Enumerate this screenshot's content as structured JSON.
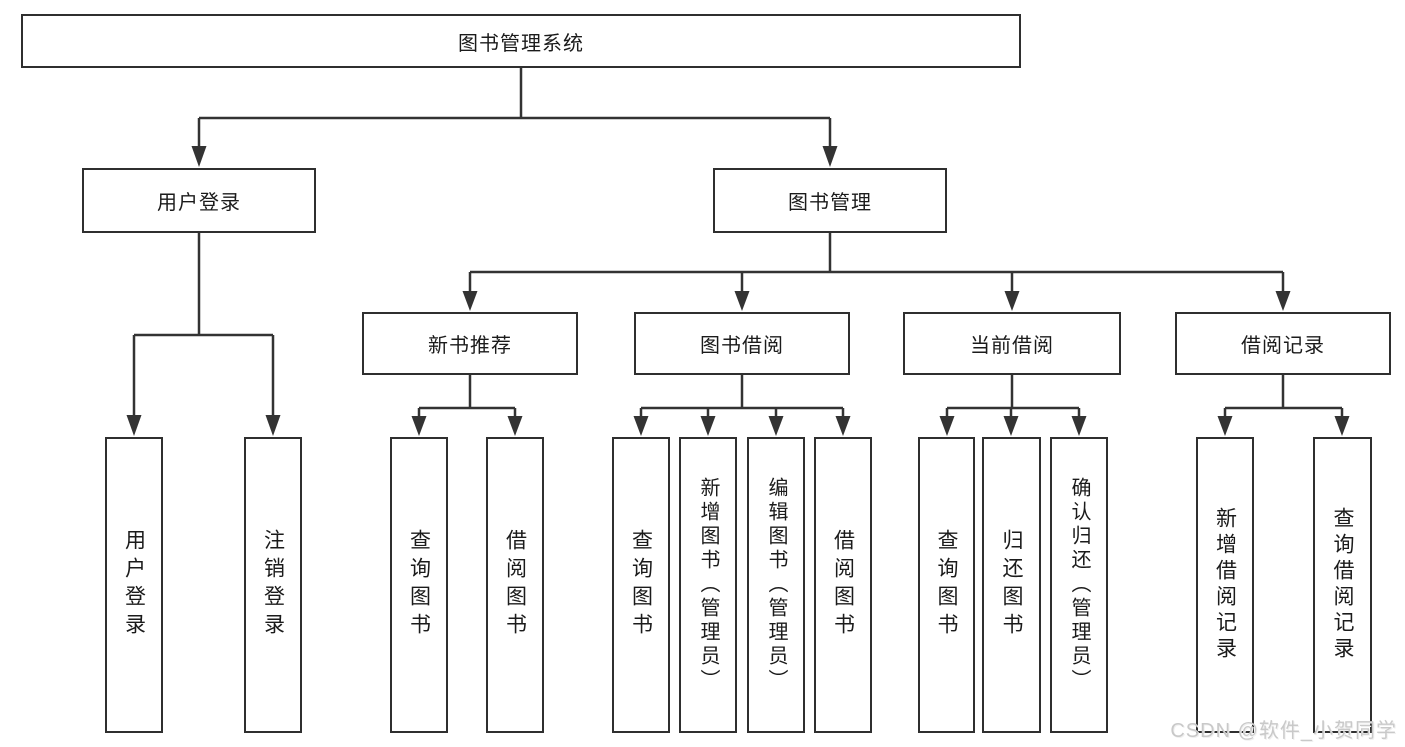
{
  "colors": {
    "background": "#ffffff",
    "line": "#333333",
    "box_border": "#2f2f2f",
    "box_fill": "#ffffff",
    "text": "#1b1b1b",
    "watermark": "#c9c9c9"
  },
  "diagram": {
    "root": {
      "label": "图书管理系统"
    },
    "level2": [
      {
        "label": "用户登录"
      },
      {
        "label": "图书管理"
      }
    ],
    "level3": [
      {
        "label": "新书推荐"
      },
      {
        "label": "图书借阅"
      },
      {
        "label": "当前借阅"
      },
      {
        "label": "借阅记录"
      }
    ],
    "level4": {
      "user_login": [
        "用户登录",
        "注销登录"
      ],
      "new_book_recommend": [
        "查询图书",
        "借阅图书"
      ],
      "book_borrow": [
        "查询图书",
        "新增图书（管理员）",
        "编辑图书（管理员）",
        "借阅图书"
      ],
      "current_borrow": [
        "查询图书",
        "归还图书",
        "确认归还（管理员）"
      ],
      "borrow_records": [
        "新增借阅记录",
        "查询借阅记录"
      ]
    }
  },
  "watermark": {
    "text": "CSDN @软件_小贺同学"
  }
}
